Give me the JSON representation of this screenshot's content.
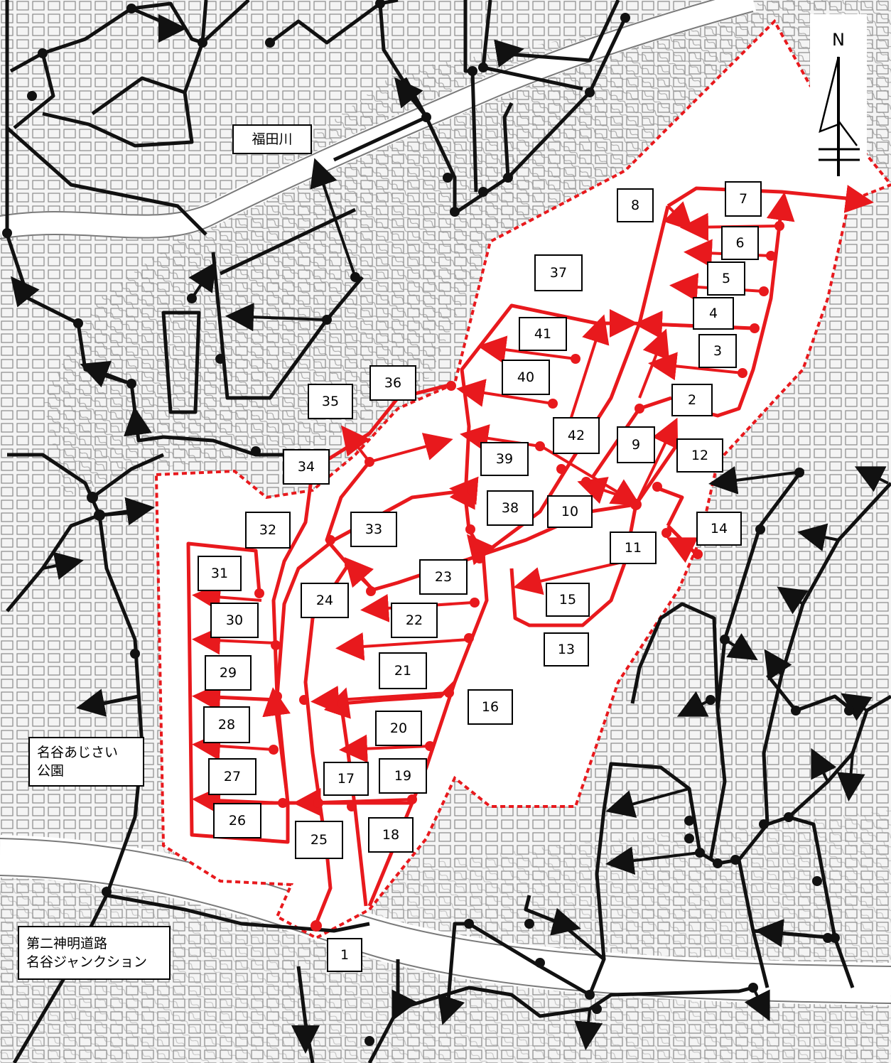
{
  "map": {
    "north_label": "N",
    "colors": {
      "development_route": "#e8191d",
      "existing_road": "#111111",
      "base_map_ink": "#8a8a8a",
      "area_fill": "#ffffff"
    },
    "places": {
      "river": "福田川",
      "park_line1": "名谷あじさい",
      "park_line2": "公園",
      "junction_line1": "第二神明道路",
      "junction_line2": "名谷ジャンクション"
    },
    "plots": [
      "1",
      "2",
      "3",
      "4",
      "5",
      "6",
      "7",
      "8",
      "9",
      "10",
      "11",
      "12",
      "13",
      "14",
      "15",
      "16",
      "17",
      "18",
      "19",
      "20",
      "21",
      "22",
      "23",
      "24",
      "25",
      "26",
      "27",
      "28",
      "29",
      "30",
      "31",
      "32",
      "33",
      "34",
      "35",
      "36",
      "37",
      "38",
      "39",
      "40",
      "41",
      "42"
    ]
  }
}
